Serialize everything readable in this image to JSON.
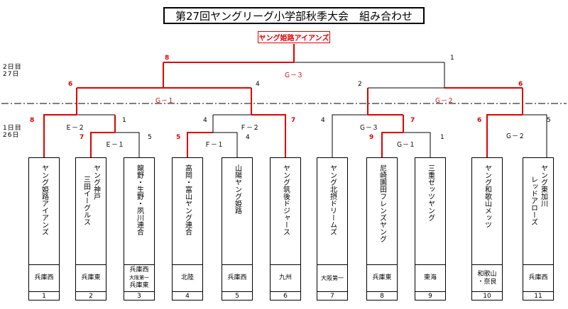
{
  "title": "第27回ヤングリーグ小学部秋季大会　組み合わせ",
  "champion": "ヤング姫路アイアンズ",
  "days": [
    {
      "line1": "2日目",
      "line2": "27日"
    },
    {
      "line1": "1日目",
      "line2": "26日"
    }
  ],
  "teams": [
    {
      "num": "1",
      "name": [
        "ヤング姫路アイアンズ"
      ],
      "area": [
        "兵庫西"
      ]
    },
    {
      "num": "2",
      "name": [
        "ヤング神戸",
        "三田イーグルス"
      ],
      "area": [
        "兵庫東"
      ]
    },
    {
      "num": "3",
      "name": [
        "龍野・生野・夙川連合"
      ],
      "area": [
        "兵庫西",
        "大阪第一",
        "兵庫東"
      ]
    },
    {
      "num": "4",
      "name": [
        "高岡・富山ヤング連合"
      ],
      "area": [
        "北陸"
      ]
    },
    {
      "num": "5",
      "name": [
        "山陽ヤング姫路"
      ],
      "area": [
        "兵庫西"
      ]
    },
    {
      "num": "6",
      "name": [
        "ヤング筑後ドジャース"
      ],
      "area": [
        "九州"
      ]
    },
    {
      "num": "7",
      "name": [
        "ヤング北摂ドリームズ"
      ],
      "area": [
        "大阪第一"
      ]
    },
    {
      "num": "8",
      "name": [
        "尼崎園田フレンズヤング"
      ],
      "area": [
        "兵庫東"
      ]
    },
    {
      "num": "9",
      "name": [
        "三重ゼッツヤング"
      ],
      "area": [
        "東海"
      ]
    },
    {
      "num": "10",
      "name": [
        "ヤング和歌山メッツ"
      ],
      "area": [
        "和歌山",
        "・奈良"
      ]
    },
    {
      "num": "11",
      "name": [
        "ヤング東加川",
        "レッドアローズ"
      ],
      "area": [
        "兵庫西"
      ]
    }
  ],
  "games": {
    "final": "Ｇ－３",
    "semi_left": "Ｇ－１",
    "semi_right": "Ｇ－２",
    "e2": "Ｅ－２",
    "e1": "Ｅ－１",
    "f1": "Ｆ－１",
    "f2": "Ｆ－２",
    "g3_day1": "Ｇ－３",
    "g1_day1": "Ｇ－１",
    "g2_day1": "Ｇ－２"
  },
  "scores": {
    "final_left": "8",
    "final_right": "1",
    "semiL_left": "6",
    "semiL_right": "4",
    "semiR_left": "2",
    "semiR_right": "6",
    "e2_left": "8",
    "e2_right": "1",
    "e1_left": "7",
    "e1_right": "5",
    "f2_left": "4",
    "f2_right": "7",
    "f1_left": "5",
    "f1_right": "4",
    "g3_left": "4",
    "g3_right": "7",
    "g1_left": "9",
    "g1_right": "1",
    "g2_left": "6",
    "g2_right": "5"
  }
}
